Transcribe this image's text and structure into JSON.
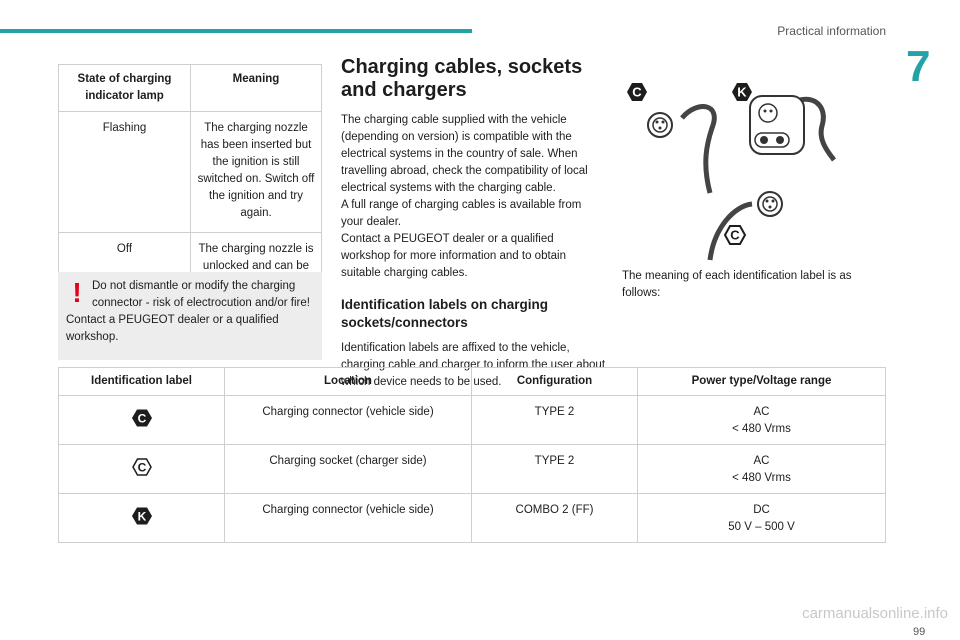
{
  "header": {
    "section_title": "Practical information",
    "chapter_number": "7"
  },
  "state_table": {
    "headers": [
      "State of charging indicator lamp",
      "Meaning"
    ],
    "rows": [
      {
        "state": "Flashing",
        "meaning": "The charging nozzle has been inserted but the ignition is still switched on. Switch off the ignition and try again."
      },
      {
        "state": "Off",
        "meaning": "The charging nozzle is unlocked and can be removed."
      }
    ]
  },
  "warning": {
    "text": "Do not dismantle or modify the charging connector - risk of electrocution and/or fire!",
    "text2": "Contact a PEUGEOT dealer or a qualified workshop."
  },
  "section": {
    "title": "Charging cables, sockets and chargers",
    "para1": "The charging cable supplied with the vehicle (depending on version) is compatible with the electrical systems in the country of sale. When travelling abroad, check the compatibility of local electrical systems with the charging cable.",
    "para2": "A full range of charging cables is available from your dealer.",
    "para3": "Contact a PEUGEOT dealer or a qualified workshop for more information and to obtain suitable charging cables.",
    "subtitle": "Identification labels on charging sockets/connectors",
    "para4": "Identification labels are affixed to the vehicle, charging cable and charger to inform the user about which device needs to be used."
  },
  "figure": {
    "label_c": "C",
    "label_k": "K"
  },
  "meaning_text": "The meaning of each identification label is as follows:",
  "id_table": {
    "headers": [
      "Identification label",
      "Location",
      "Configuration",
      "Power type/Voltage range"
    ],
    "rows": [
      {
        "label": "C",
        "location": "Charging connector (vehicle side)",
        "config": "TYPE 2",
        "power": "AC",
        "voltage": "< 480 Vrms"
      },
      {
        "label": "C",
        "location": "Charging socket (charger side)",
        "config": "TYPE 2",
        "power": "AC",
        "voltage": "< 480 Vrms"
      },
      {
        "label": "K",
        "location": "Charging connector (vehicle side)",
        "config": "COMBO 2 (FF)",
        "power": "DC",
        "voltage": "50 V – 500 V"
      }
    ]
  },
  "page_number": "99",
  "footer_watermark": "carmanualsonline.info",
  "colors": {
    "accent": "#23a2a7",
    "warning_red": "#e2001a",
    "badge_black": "#1d1d1b"
  }
}
